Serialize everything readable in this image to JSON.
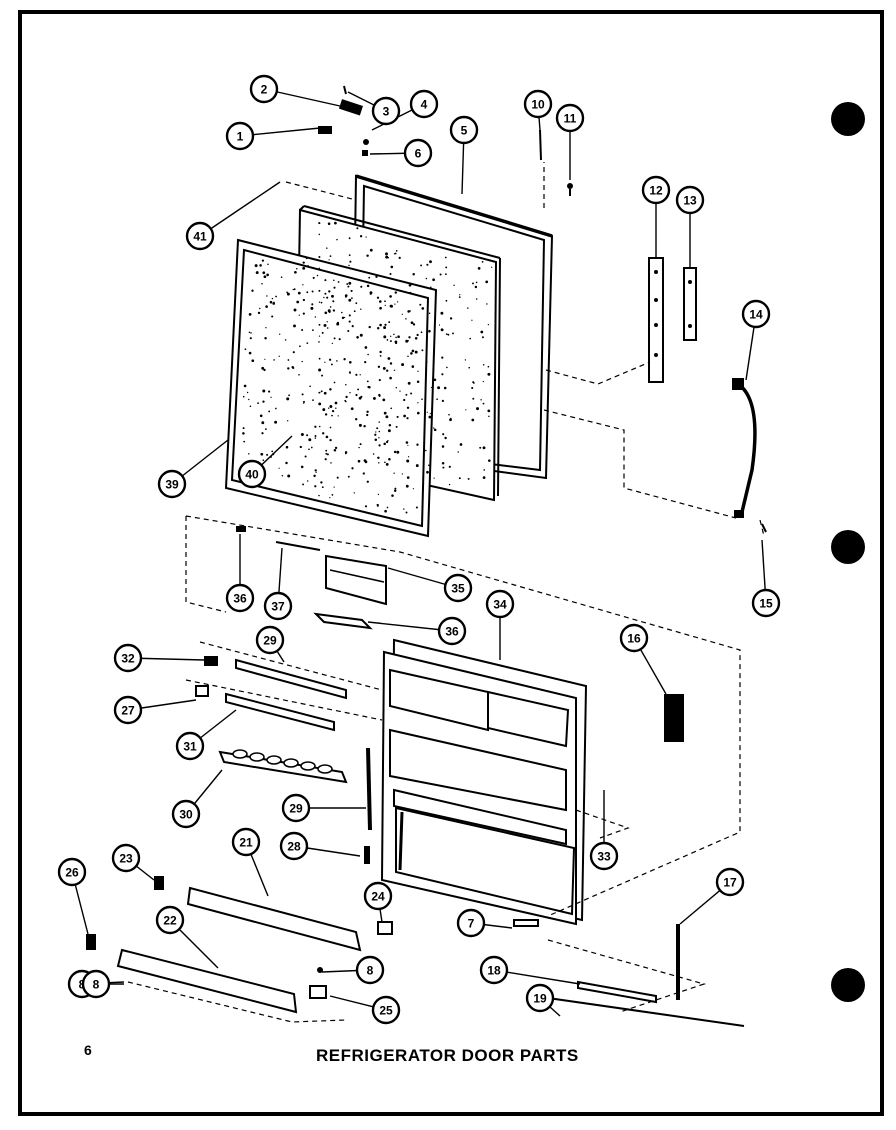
{
  "title": "REFRIGERATOR DOOR PARTS",
  "page_number": "6",
  "callouts": [
    "1",
    "2",
    "3",
    "4",
    "5",
    "6",
    "7",
    "8",
    "8",
    "8",
    "10",
    "11",
    "12",
    "13",
    "14",
    "15",
    "16",
    "17",
    "18",
    "19",
    "21",
    "22",
    "23",
    "24",
    "25",
    "26",
    "27",
    "28",
    "29",
    "29",
    "30",
    "31",
    "32",
    "33",
    "34",
    "35",
    "36",
    "36",
    "37",
    "39",
    "40",
    "41"
  ]
}
